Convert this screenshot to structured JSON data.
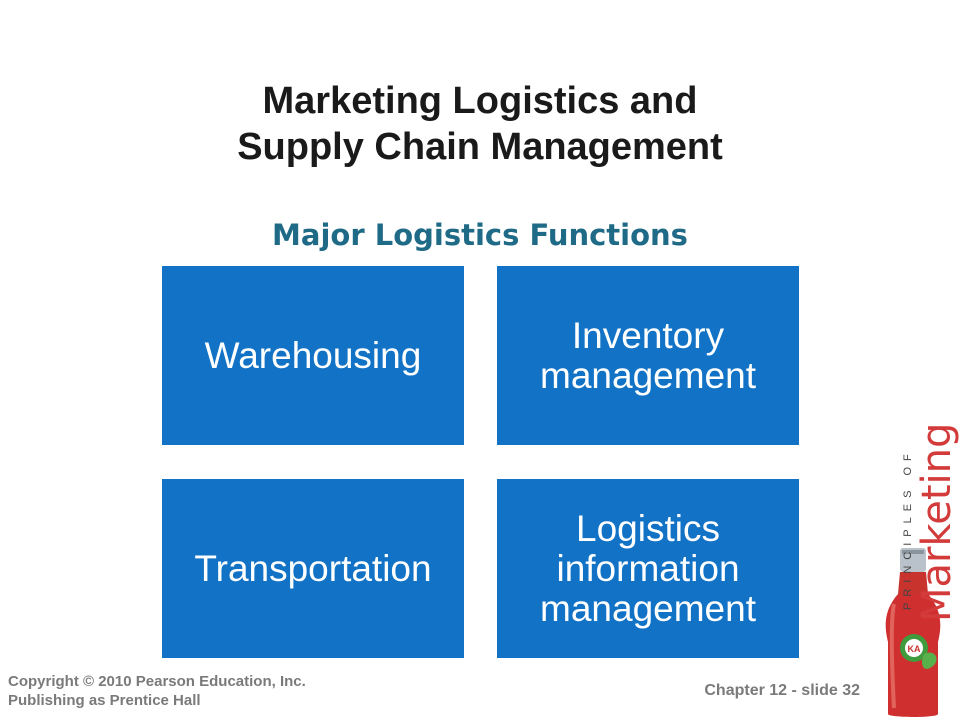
{
  "slide": {
    "title_line1": "Marketing Logistics and",
    "title_line2": "Supply Chain Management",
    "subtitle": "Major Logistics Functions"
  },
  "functions": [
    {
      "label": "Warehousing"
    },
    {
      "label": "Inventory management"
    },
    {
      "label": "Transportation"
    },
    {
      "label": "Logistics information management"
    }
  ],
  "footer": {
    "copyright_line1": "Copyright © 2010 Pearson Education, Inc.",
    "copyright_line2": "Publishing as Prentice Hall",
    "slide_label": "Chapter 12 - slide 32"
  },
  "brand": {
    "principles": "PRINCIPLES OF",
    "marketing": "Marketing"
  },
  "colors": {
    "box_fill": "#1273c6",
    "subtitle": "#1f6a86",
    "brand_red": "#d33b3b",
    "footer_text": "#7a7a7a"
  }
}
